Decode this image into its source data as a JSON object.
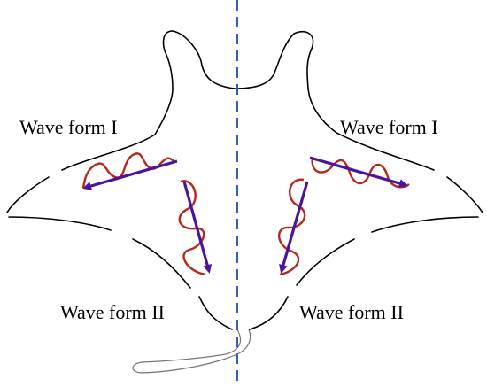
{
  "labels": {
    "wave_form_1_left": "Wave form I",
    "wave_form_1_right": "Wave form I",
    "wave_form_2_left": "Wave form II",
    "wave_form_2_right": "Wave form II"
  },
  "colors": {
    "outline": "#000000",
    "axis": "#2e63b8",
    "wave": "#b5291c",
    "arrow": "#4b149b",
    "tail": "#777777"
  },
  "icons": {
    "body": "manta-ray-outline",
    "axis": "symmetry-axis-dashed",
    "arrows": "wave-propagation-arrow"
  }
}
